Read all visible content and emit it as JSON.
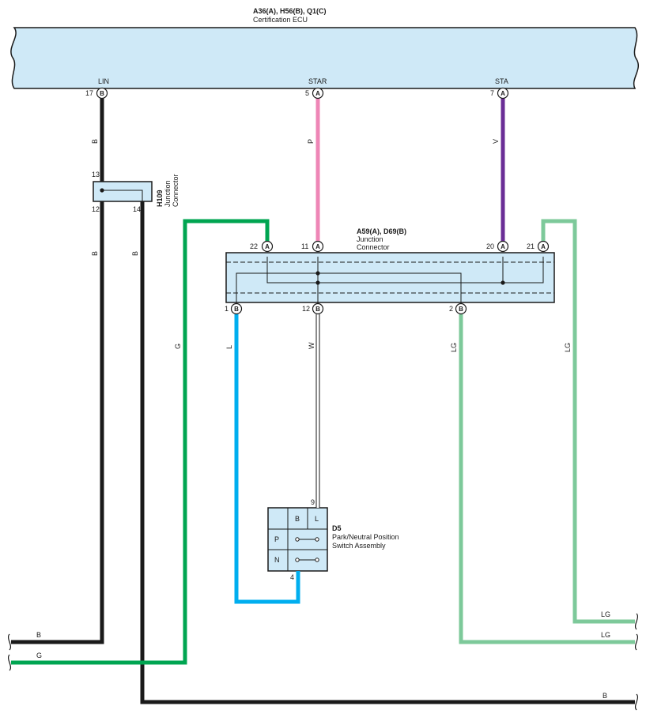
{
  "ecu": {
    "connectors": "A36(A), H56(B), Q1(C)",
    "name": "Certification ECU",
    "pins": [
      {
        "signal": "LIN",
        "number": "17",
        "connector": "B"
      },
      {
        "signal": "STAR",
        "number": "5",
        "connector": "A"
      },
      {
        "signal": "STA",
        "number": "7",
        "connector": "A"
      }
    ]
  },
  "junction_a59": {
    "id": "A59(A), D69(B)",
    "line1": "Junction",
    "line2": "Connector",
    "top_pins": [
      {
        "number": "22",
        "connector": "A"
      },
      {
        "number": "11",
        "connector": "A"
      },
      {
        "number": "20",
        "connector": "A"
      },
      {
        "number": "21",
        "connector": "A"
      }
    ],
    "bottom_pins": [
      {
        "number": "1",
        "connector": "B"
      },
      {
        "number": "12",
        "connector": "B"
      },
      {
        "number": "2",
        "connector": "B"
      }
    ]
  },
  "junction_h109": {
    "id": "H109",
    "line1": "Junction",
    "line2": "Connector",
    "pins": {
      "top": "13",
      "bottom_left": "12",
      "bottom_right": "14"
    }
  },
  "switch_d5": {
    "id": "D5",
    "line1": "Park/Neutral Position",
    "line2": "Switch Assembly",
    "columns": [
      "B",
      "L"
    ],
    "rows": [
      "P",
      "N"
    ],
    "pin_top": "9",
    "pin_bottom": "4"
  },
  "wire_colors": {
    "lin_upper": "B",
    "star": "P",
    "sta": "V",
    "h109_12": "B",
    "h109_14": "B",
    "green_left": "G",
    "pin1": "L",
    "pin12": "W",
    "pin2": "LG",
    "pin21": "LG"
  },
  "outputs": [
    {
      "label": "LG"
    },
    {
      "label": "LG"
    },
    {
      "label": "B"
    },
    {
      "label": "G"
    },
    {
      "label": "B"
    }
  ],
  "colors": {
    "box_fill": "#cfe9f7",
    "black": "#1a1a1a",
    "pink": "#ee86b6",
    "violet": "#6a2e96",
    "green": "#00a551",
    "light_green": "#7dc99a",
    "blue": "#00aeef"
  }
}
